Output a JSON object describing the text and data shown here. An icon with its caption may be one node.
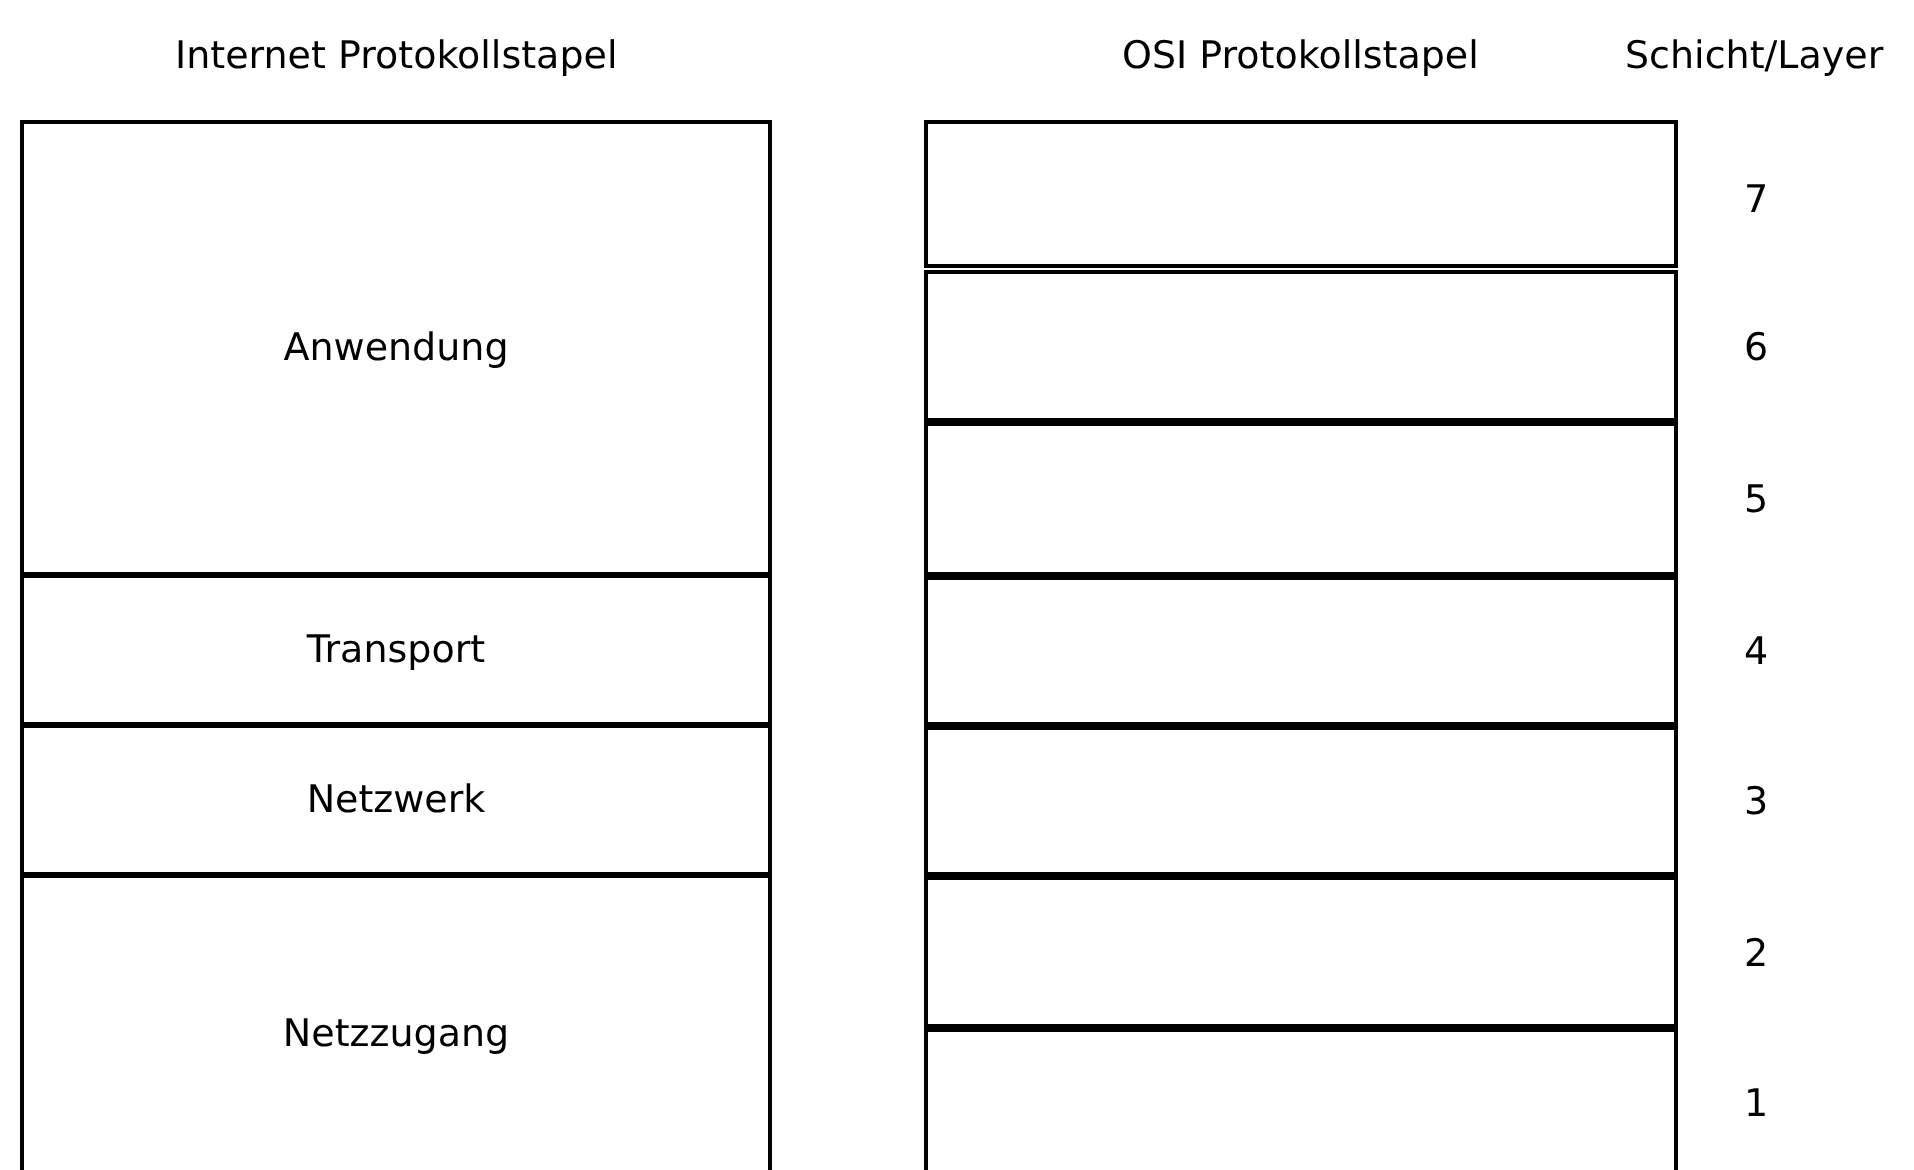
{
  "diagram": {
    "nodes": [
      {
        "text": [
          "Anwendung"
        ]
      },
      {
        "text": [
          "Transport"
        ]
      },
      {
        "text": [
          "Netzwerk"
        ]
      },
      {
        "text": [
          "Netzzugang"
        ]
      },
      {
        "text": [],
        "shape": "box"
      },
      {
        "text": [],
        "shape": "box"
      },
      {
        "text": [],
        "shape": "box"
      },
      {
        "text": [],
        "shape": "box"
      },
      {
        "text": [],
        "shape": "box"
      },
      {
        "text": [],
        "shape": "box"
      },
      {
        "text": [],
        "shape": "box"
      }
    ],
    "labels": [
      "Internet Protokollstapel",
      "OSI Protokollstapel",
      "Schicht/Layer",
      "7",
      "6",
      "5",
      "4",
      "3",
      "2",
      "1"
    ]
  }
}
